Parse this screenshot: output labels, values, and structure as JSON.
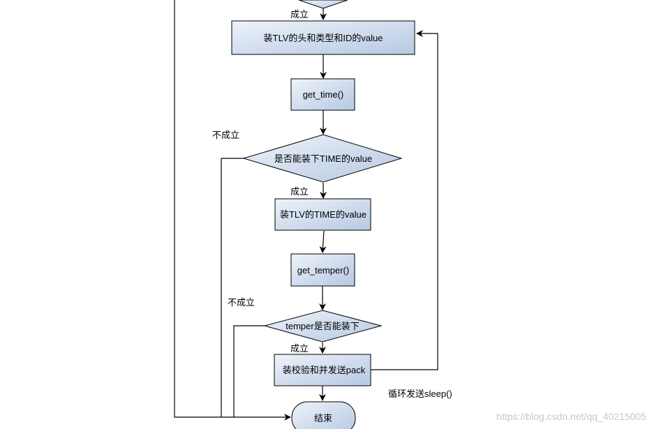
{
  "colors": {
    "node_fill_light": "#eef3fa",
    "node_fill_dark": "#b6c8e2",
    "stroke": "#000000",
    "watermark": "#c8c8c8"
  },
  "nodes": {
    "pack_header": "装TLV的头和类型和ID的value",
    "get_time": "get_time()",
    "check_time": "是否能装下TIME的value",
    "pack_time": "装TLV的TIME的value",
    "get_temper": "get_temper()",
    "check_temper": "temper是否能装下",
    "checksum_send": "装校验和并发送pack",
    "end": "结束"
  },
  "edge_labels": {
    "yes_1": "成立",
    "no_1": "不成立",
    "yes_2": "成立",
    "no_2": "不成立",
    "yes_3": "成立",
    "loop": "循环发送sleep()"
  },
  "watermark": "https://blog.csdn.net/qq_40215005"
}
